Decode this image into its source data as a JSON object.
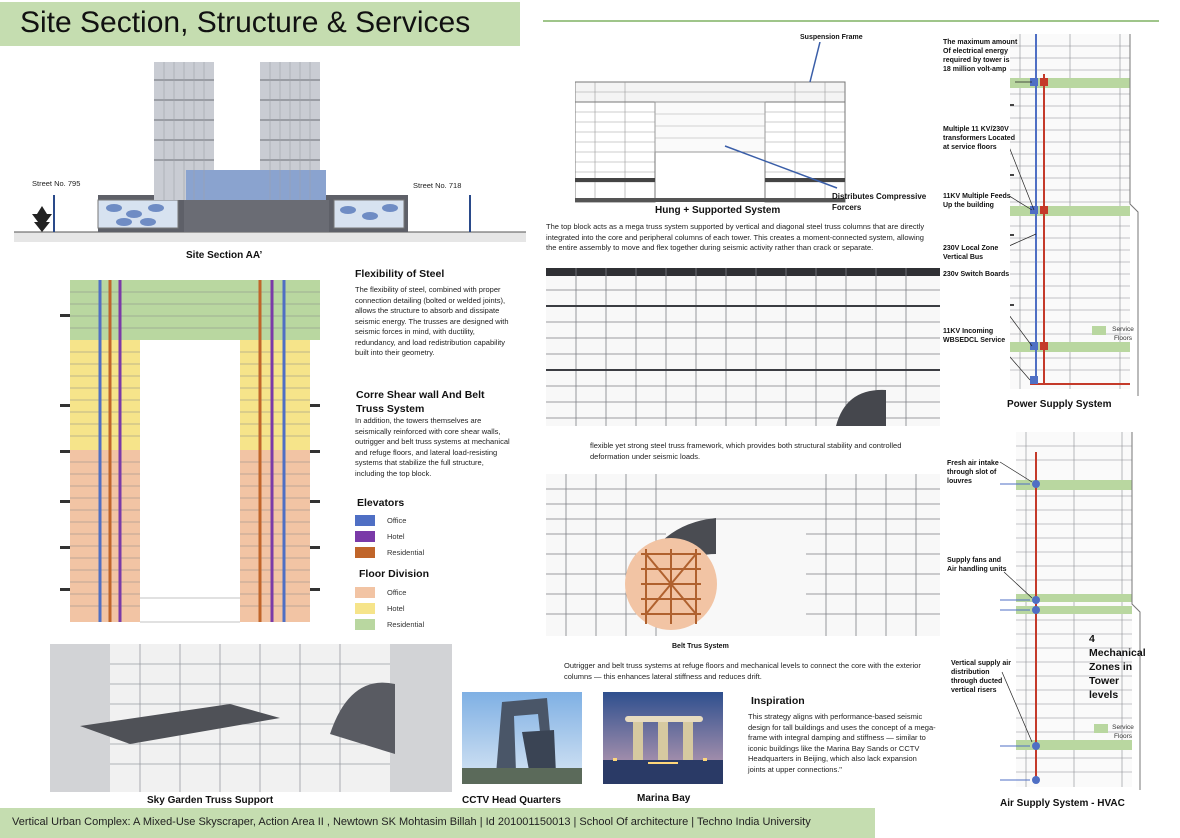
{
  "title": "Site Section, Structure & Services",
  "footer": "Vertical Urban Complex: A Mixed-Use Skyscraper, Action Area II , Newtown  SK Mohtasim Billah |  Id 201001150013  | School Of architecture | Techno India University",
  "site_section": {
    "street_left": "Street No. 795",
    "street_right": "Street No. 718",
    "caption": "Site Section AA’"
  },
  "hung_supported": {
    "suspension_label": "Suspension Frame",
    "compressive_label": "Distributes Compressive Forcers",
    "caption": "Hung + Supported System",
    "text": "The top block acts as a mega truss system supported by vertical and diagonal steel truss columns that are directly integrated into the core and peripheral columns of each tower. This creates a moment-connected system, allowing the entire assembly to move and flex together during seismic activity rather than crack or separate."
  },
  "truss_framework_text": "flexible yet strong steel truss framework, which provides both structural stability and controlled deformation under seismic loads.",
  "belt_truss": {
    "caption": "Belt Trus System",
    "text": "Outrigger and belt truss systems at refuge floors and mechanical levels to connect the core with the exterior columns — this enhances lateral stiffness and reduces drift."
  },
  "flexibility": {
    "heading": "Flexibility of Steel",
    "text": "The flexibility of steel, combined with proper connection detailing (bolted or welded joints), allows the structure to absorb and dissipate seismic energy. The trusses are designed with seismic forces in mind, with ductility, redundancy, and load redistribution capability built into their geometry."
  },
  "core_shear": {
    "heading": "Corre Shear wall And Belt Truss System",
    "text": "In addition, the towers themselves are seismically reinforced with core shear walls, outrigger and belt truss systems at mechanical and refuge floors, and lateral load-resisting systems that stabilize the full structure, including the top block."
  },
  "elevators": {
    "heading": "Elevators",
    "items": [
      {
        "label": "Office",
        "color": "#4f6fc4"
      },
      {
        "label": "Hotel",
        "color": "#7a3aa8"
      },
      {
        "label": "Residential",
        "color": "#c0652a"
      }
    ]
  },
  "floor_division": {
    "heading": "Floor Division",
    "items": [
      {
        "label": "Office",
        "color": "#f2c4a4"
      },
      {
        "label": "Hotel",
        "color": "#f6e48a"
      },
      {
        "label": "Residential",
        "color": "#b9d7a0"
      }
    ]
  },
  "sky_garden_caption": "Sky Garden Truss Support",
  "inspiration": {
    "heading": "Inspiration",
    "text": "This strategy aligns with performance-based seismic design for tall buildings and uses the concept of a mega-frame with integral damping and stiffness — similar to iconic buildings like the Marina Bay Sands or CCTV Headquarters in Beijing, which also lack expansion joints at upper connections.\"",
    "cctv_caption": "CCTV Head Quarters",
    "marina_caption": "Marina Bay"
  },
  "power_supply": {
    "caption": "Power Supply System",
    "labels": [
      "The maximum amount Of electrical energy required by tower is 18 million volt-amp",
      "Multiple 11 KV/230V transformers Located at service floors",
      "11KV Multiple Feeds Up the building",
      "230V Local Zone Vertical Bus",
      "230v Switch Boards",
      "11KV Incoming WBSEDCL Service"
    ],
    "legend": "Service Floors"
  },
  "air_supply": {
    "caption": "Air Supply System - HVAC",
    "labels": [
      "Fresh air intake through slot of louvres",
      "Supply fans and Air handling units",
      "Vertical supply air distribution through ducted vertical risers"
    ],
    "zones": "4 Mechanical Zones in Tower levels",
    "legend": "Service Floors"
  }
}
